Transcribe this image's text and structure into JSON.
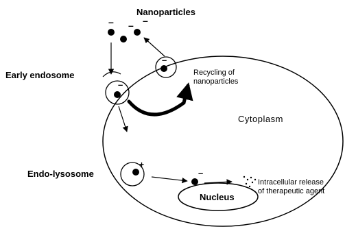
{
  "labels": {
    "nanoparticles": "Nanoparticles",
    "early_endosome": "Early endosome",
    "recycling_line1": "Recycling of",
    "recycling_line2": "nanoparticles",
    "cytoplasm": "Cytoplasm",
    "endo_lysosome": "Endo-lysosome",
    "release_line1": "Intracellular release",
    "release_line2": "of therapeutic agent",
    "nucleus": "Nucleus"
  },
  "charges": {
    "negative": "–",
    "positive": "+"
  }
}
